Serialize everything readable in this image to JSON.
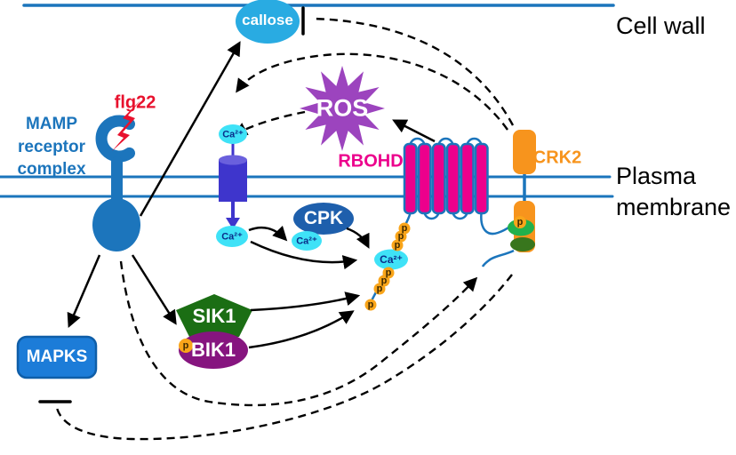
{
  "labels": {
    "cell_wall": "Cell wall",
    "plasma_membrane": "Plasma membrane",
    "mamp_receptor": "MAMP receptor complex",
    "flg22": "flg22",
    "callose": "callose",
    "ros": "ROS",
    "rbohd": "RBOHD",
    "crk2": "CRK2",
    "cpk": "CPK",
    "sik1": "SIK1",
    "bik1": "BIK1",
    "mapks": "MAPKS",
    "calcium": "Ca²⁺",
    "phospho": "p"
  },
  "colors": {
    "membrane_line": "#1B75BC",
    "receptor_blue": "#1C75BC",
    "callose_blue": "#29ABE2",
    "channel_violet": "#3E35CC",
    "ros_purple": "#9C44BE",
    "rbohd_magenta": "#EC008C",
    "crk2_orange": "#F7941D",
    "phospho_orange": "#F9A51A",
    "cpk_blue": "#1E5FAC",
    "mapks_blue": "#1C7CD8",
    "sik1_green": "#1B6E14",
    "bik1_purple": "#86157F",
    "crk2_kinase_green": "#22B14C",
    "crk2_domain_darkgreen": "#38761D",
    "calcium_cyan": "#3FE2F7",
    "flg22_red": "#E8112D",
    "connector_black": "#000000"
  }
}
